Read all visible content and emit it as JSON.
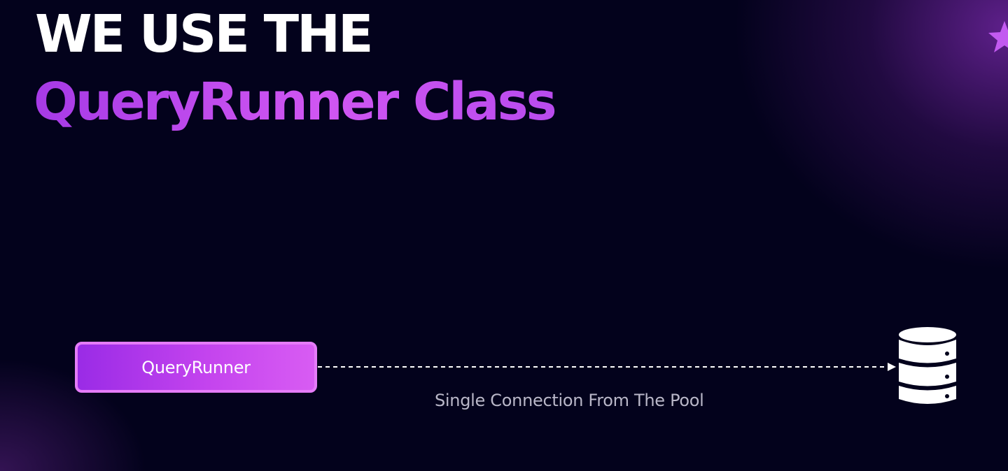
{
  "slide": {
    "title_line1": "WE USE THE",
    "title_line2": "QueryRunner Class"
  },
  "diagram": {
    "source_node": {
      "label": "QueryRunner"
    },
    "connection": {
      "label": "Single Connection From The Pool",
      "style": "dashed-arrow"
    },
    "target_node": {
      "icon": "database-icon"
    }
  },
  "colors": {
    "background": "#03021c",
    "accent_purple": "#c44cf0",
    "node_fill": "#b63cec",
    "node_border": "#e57cf8",
    "arrow": "#ffffff",
    "label_gray": "#b9b7c8"
  },
  "decorations": {
    "corner_icon": "star-icon"
  }
}
